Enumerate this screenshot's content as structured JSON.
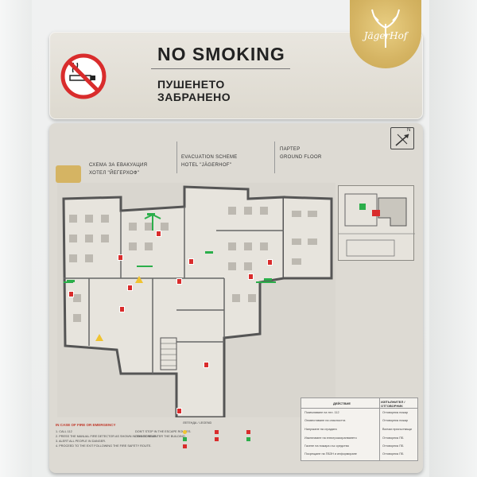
{
  "sign_top": {
    "title_en": "NO SMOKING",
    "title_bg": "ПУШЕНЕТО ЗАБРАНЕНО",
    "logo_text": "JägerHof"
  },
  "evac": {
    "col1_bg": "СХЕМА ЗА ЕВАКУАЦИЯ",
    "col1_bg_sub": "ХОТЕЛ \"ЙЕГЕРХОФ\"",
    "col2_en": "EVACUATION SCHEME",
    "col2_en_sub": "HOTEL \"JÄGERHOF\"",
    "col3_bg": "ПАРТЕР",
    "col3_en": "GROUND FLOOR",
    "compass_label": "N"
  },
  "legend": {
    "title": "IN CASE OF FIRE OR EMERGENCY",
    "header": "ЛЕГЕНДА / LEGEND",
    "lines": [
      "1. CALL 112",
      "2. PRESS THE MANUAL FIRE DETECTOR AS SHOWN IN THE SCHEME.",
      "3. ALERT ALL PEOPLE IN DANGER.",
      "4. PROCEED TO THE EXIT FOLLOWING THE FIRE SAFETY ROUTE.",
      "DON'T STOP IN THE ESCAPE ROUTES.",
      "DO NOT RE-ENTER THE BUILDING."
    ]
  },
  "table": {
    "hdr_action": "ДЕЙСТВИЕ",
    "hdr_responsible": "ИЗПЪЛНИТЕЛ / ОТГОВОРНИК",
    "rows": [
      {
        "action": "Позвъняване на тел. 112",
        "who": "Отговорник пожар"
      },
      {
        "action": "Оповестяване на опасността",
        "who": "Отговорник пожар"
      },
      {
        "action": "Напускане на сградата",
        "who": "Всички присъстващи"
      },
      {
        "action": "Изключване на електрозахранването",
        "who": "Отговорник ПБ"
      },
      {
        "action": "Гасене на пожара със средства",
        "who": "Отговорник ПБ"
      },
      {
        "action": "Посрещане на ПБЗН и информиране",
        "who": "Отговорник ПБ"
      }
    ]
  },
  "colors": {
    "gold": "#d5b463",
    "red": "#d92c2c",
    "green": "#2bae4a",
    "plaque": "#dddad3"
  }
}
